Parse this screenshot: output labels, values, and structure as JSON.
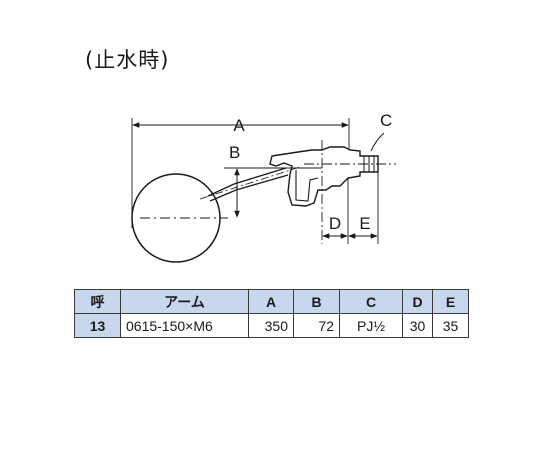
{
  "caption": "(止水時)",
  "diagram": {
    "labels": {
      "a": "A",
      "b": "B",
      "c": "C",
      "d": "D",
      "e": "E"
    }
  },
  "table": {
    "headers": [
      "呼",
      "アーム",
      "A",
      "B",
      "C",
      "D",
      "E"
    ],
    "row": {
      "nominal": "13",
      "arm": "0615-150×M6",
      "a": "350",
      "b": "72",
      "c": "PJ½",
      "d": "30",
      "e": "35"
    }
  },
  "colors": {
    "header_bg": "#c9d7ee",
    "line": "#3a3a3a"
  }
}
